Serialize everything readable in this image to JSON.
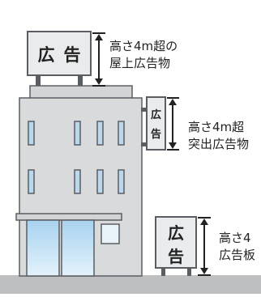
{
  "roof_sign": {
    "text": [
      "広",
      "告"
    ],
    "caption": [
      "高さ4m超の",
      "屋上広告物"
    ]
  },
  "projecting_sign": {
    "text": [
      "広",
      "告"
    ],
    "caption": [
      "高さ4m超",
      "突出広告物"
    ]
  },
  "ground_sign": {
    "text": [
      "広",
      "告"
    ],
    "caption": [
      "高さ4",
      "広告板"
    ]
  },
  "colors": {
    "building": "#d9dadb",
    "outline": "#5a5e63",
    "window": "#b9d8ee",
    "ground": "#bdbfc1",
    "sign_fill": "#e9ebed"
  }
}
